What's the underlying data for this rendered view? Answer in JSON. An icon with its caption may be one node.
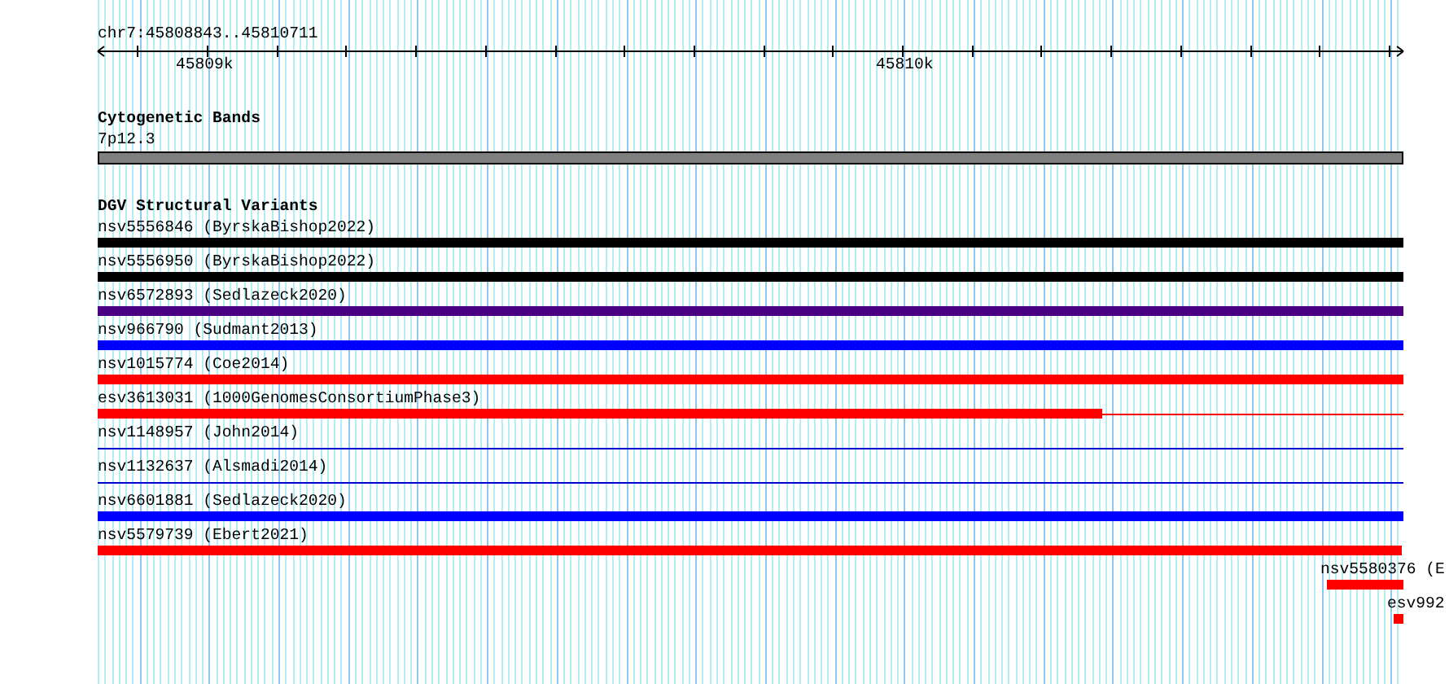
{
  "diagram": {
    "nodes": [
      {
        "text": [
          "7p12.3"
        ]
      },
      {
        "text": [
          "nsv5556846 (ByrskaBishop2022)"
        ]
      },
      {
        "text": [
          "nsv5556950 (ByrskaBishop2022)"
        ]
      },
      {
        "text": [
          "nsv6572893 (Sedlazeck2020)"
        ]
      },
      {
        "text": [
          "nsv966790 (Sudmant2013)"
        ]
      },
      {
        "text": [
          "nsv1015774 (Coe2014)"
        ]
      },
      {
        "text": [
          "esv3613031 (1000GenomesConsortiumPhase3)"
        ]
      },
      {
        "text": [
          "nsv1148957 (John2014)"
        ]
      },
      {
        "text": [
          "nsv1132637 (Alsmadi2014)"
        ]
      },
      {
        "text": [
          "nsv6601881 (Sedlazeck2020)"
        ]
      },
      {
        "text": [
          "nsv5579739 (Ebert2021)"
        ]
      },
      {
        "text": [
          "nsv5580376 (E"
        ]
      },
      {
        "text": [
          "esv992"
        ]
      }
    ],
    "labels": [
      "chr7:45808843..45810711",
      "45809k",
      "45810k",
      "Cytogenetic Bands",
      "DGV Structural Variants"
    ]
  }
}
